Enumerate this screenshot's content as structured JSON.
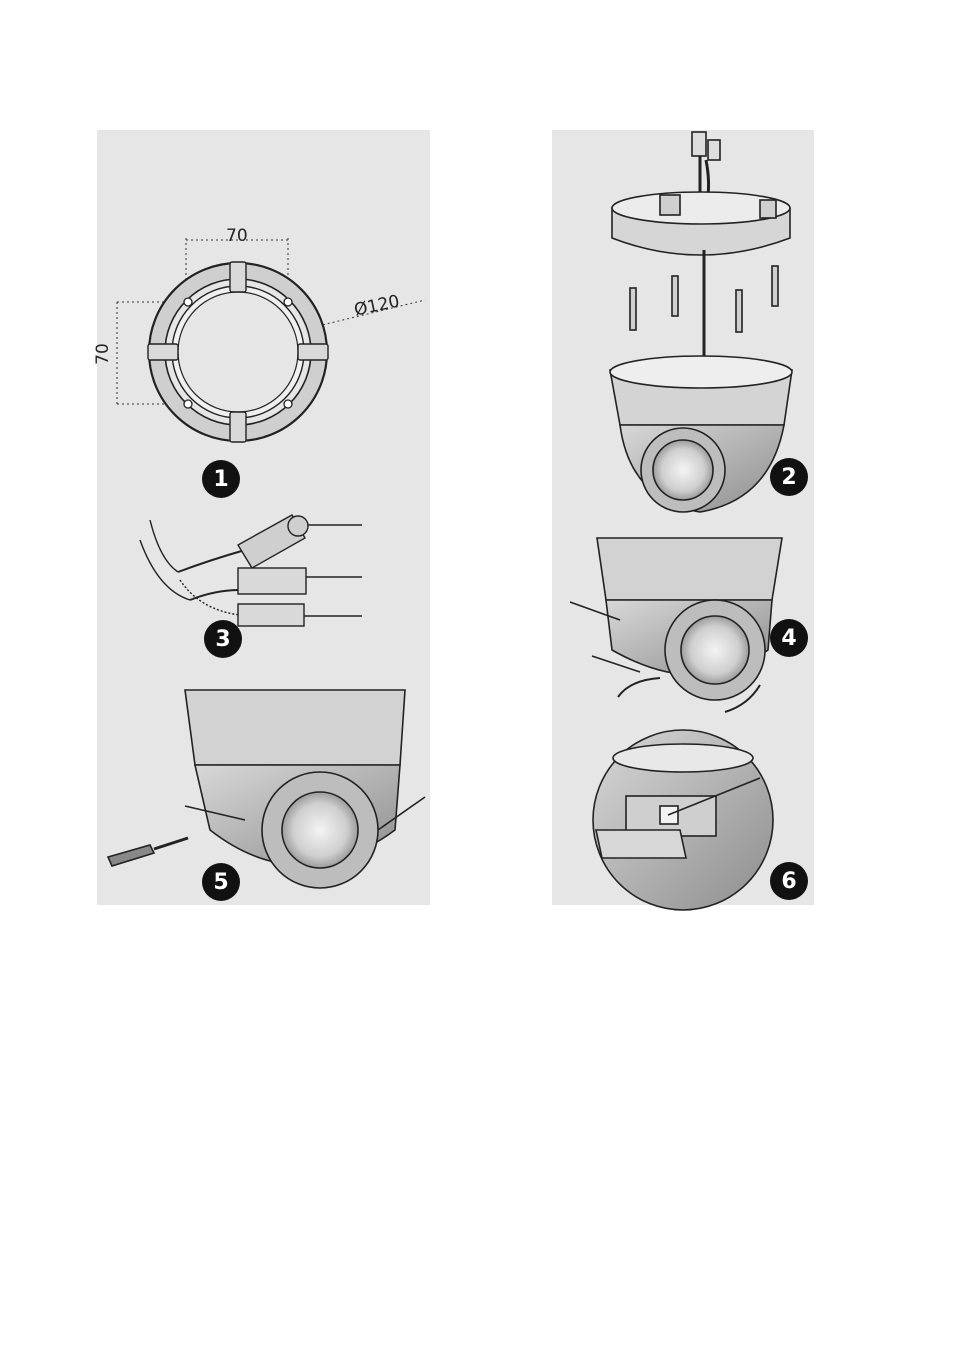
{
  "diagram": {
    "dimensions": {
      "width_label": "70",
      "height_label": "70",
      "diameter_label": "Ø120"
    },
    "steps": [
      "1",
      "2",
      "3",
      "4",
      "5",
      "6"
    ],
    "colors": {
      "panel_bg": "#e6e6e6",
      "line": "#222222",
      "badge": "#111111"
    }
  }
}
